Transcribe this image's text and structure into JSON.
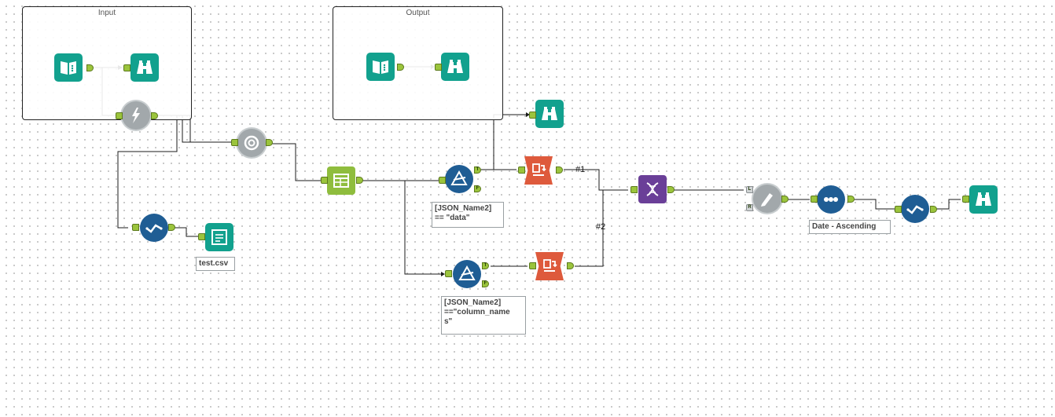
{
  "containers": {
    "input": {
      "title": "Input"
    },
    "output": {
      "title": "Output"
    }
  },
  "annotations": {
    "filter1": "[JSON_Name2]\n== \"data\"",
    "filter2": "[JSON_Name2]\n==\"column_name\ns\"",
    "output_file": "test.csv",
    "sort": "Date - Ascending"
  },
  "anchors": {
    "true": "T",
    "false": "F",
    "left": "L",
    "right": "R"
  },
  "wire_labels": {
    "first": "#1",
    "second": "#2"
  },
  "colors": {
    "teal": "#12a18e",
    "blue": "#1f5d94",
    "green": "#8fbd3d",
    "purple": "#6a3f98",
    "orange": "#de5a3c",
    "gray": "#a2a8ab",
    "anchor": "#9bc43c"
  }
}
